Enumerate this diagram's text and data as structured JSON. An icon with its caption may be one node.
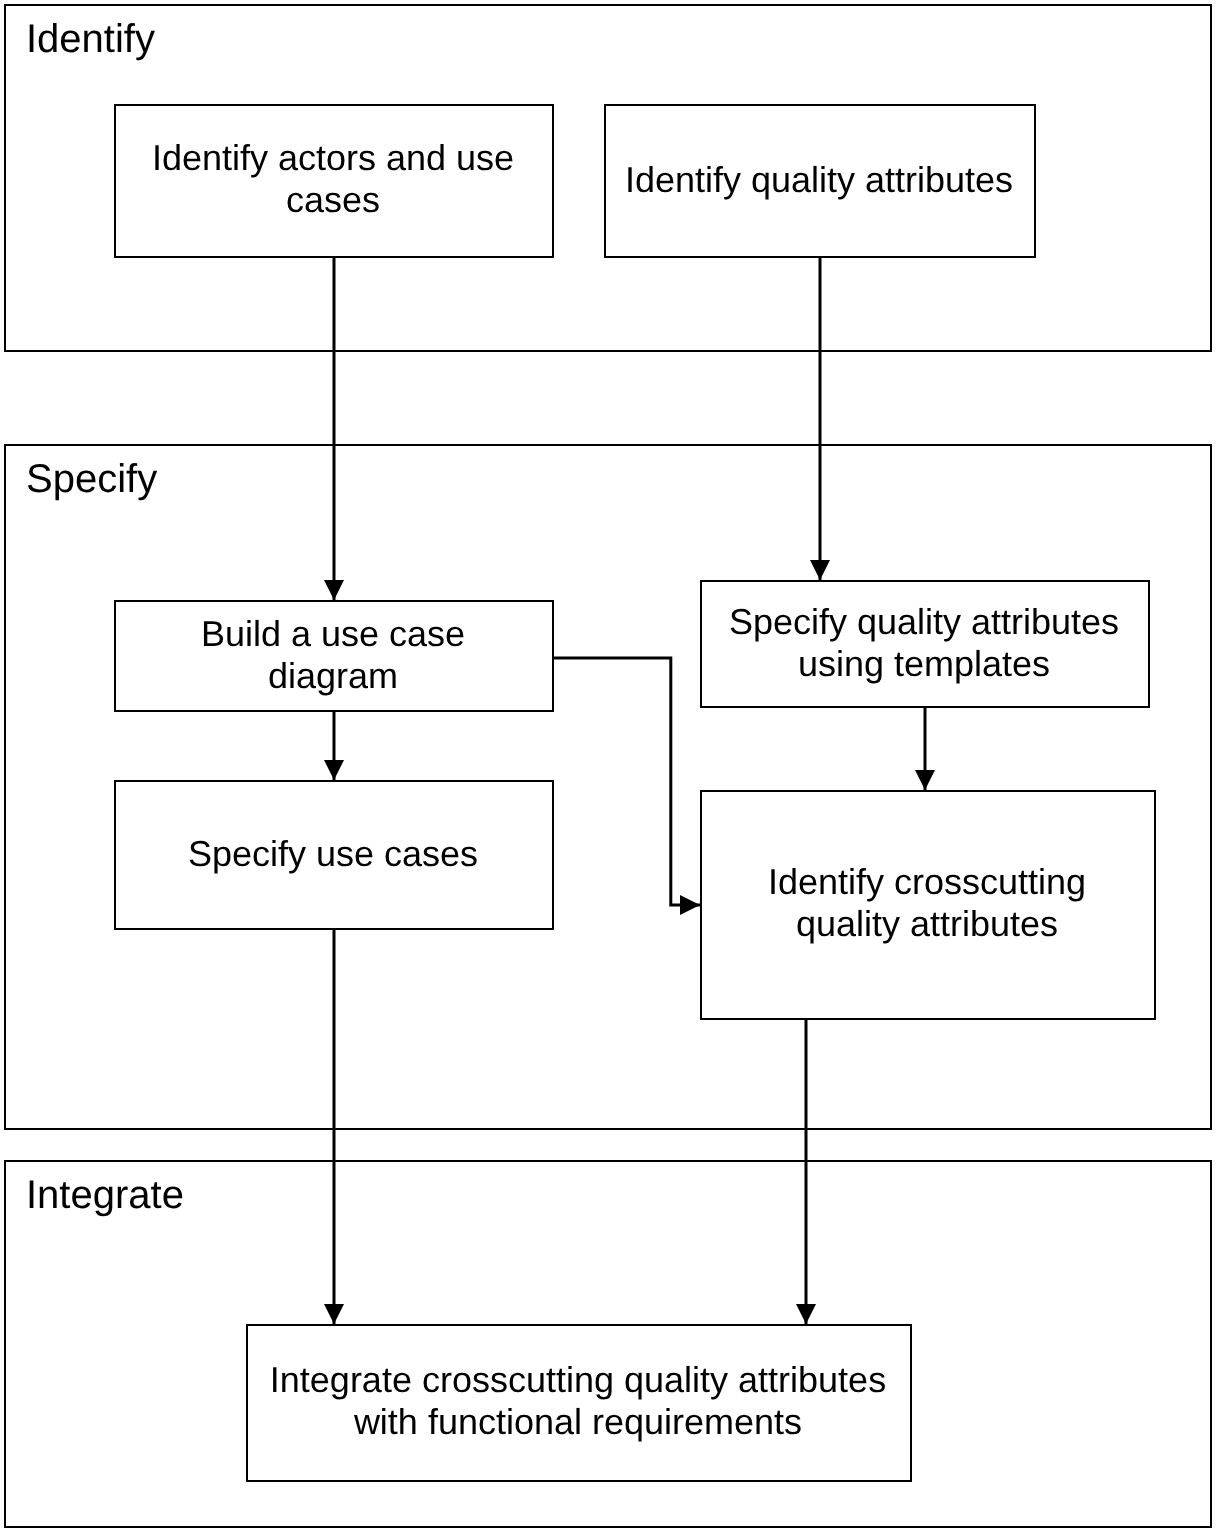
{
  "diagram": {
    "nodes": [
      {
        "text": [
          "Identify"
        ]
      },
      {
        "text": [
          "Identify actors and use cases"
        ],
        "in": 0
      },
      {
        "text": [
          "Identify quality attributes"
        ],
        "in": 0
      },
      {
        "text": [
          "Specify"
        ]
      },
      {
        "text": [
          "Build a use case diagram"
        ],
        "in": 3
      },
      {
        "text": [
          "Specify quality attributes using templates"
        ],
        "in": 3
      },
      {
        "text": [
          "Specify use cases"
        ],
        "in": 3
      },
      {
        "text": [
          "Identify crosscutting quality attributes"
        ],
        "in": 3
      },
      {
        "text": [
          "Integrate"
        ]
      },
      {
        "text": [
          "Integrate crosscutting quality attributes with functional requirements"
        ],
        "in": 8
      }
    ],
    "edges": [
      {
        "from": 1,
        "to": 4,
        "arrow": "to"
      },
      {
        "from": 2,
        "to": 5,
        "arrow": "to"
      },
      {
        "from": 4,
        "to": 6,
        "arrow": "to"
      },
      {
        "from": 5,
        "to": 7,
        "arrow": "to"
      },
      {
        "from": 4,
        "to": 7,
        "arrow": "to"
      },
      {
        "from": 6,
        "to": 9,
        "arrow": "to"
      },
      {
        "from": 7,
        "to": 9,
        "arrow": "to"
      }
    ]
  }
}
